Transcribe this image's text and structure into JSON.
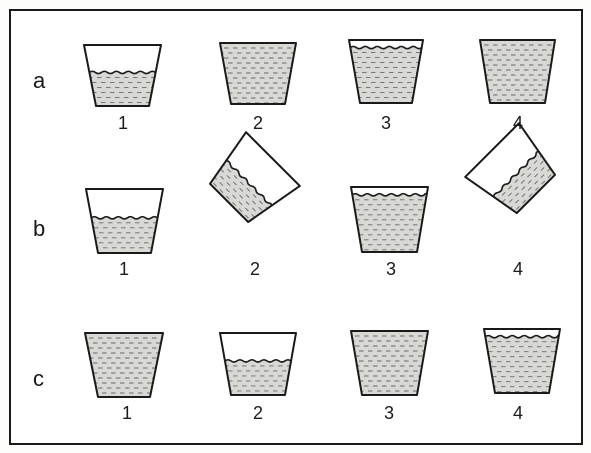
{
  "rows": [
    {
      "label": "a",
      "cups": [
        {
          "number": "1",
          "fill_level": 0.55,
          "tilt_deg": 0
        },
        {
          "number": "2",
          "fill_level": 1.0,
          "tilt_deg": 0
        },
        {
          "number": "3",
          "fill_level": 0.88,
          "tilt_deg": 0
        },
        {
          "number": "4",
          "fill_level": 1.0,
          "tilt_deg": 0
        }
      ]
    },
    {
      "label": "b",
      "cups": [
        {
          "number": "1",
          "fill_level": 0.55,
          "tilt_deg": 0
        },
        {
          "number": "2",
          "fill_level": 0.45,
          "tilt_deg": 45
        },
        {
          "number": "3",
          "fill_level": 0.88,
          "tilt_deg": 0
        },
        {
          "number": "4",
          "fill_level": 0.45,
          "tilt_deg": -45
        }
      ]
    },
    {
      "label": "c",
      "cups": [
        {
          "number": "1",
          "fill_level": 1.0,
          "tilt_deg": 0
        },
        {
          "number": "2",
          "fill_level": 0.55,
          "tilt_deg": 0
        },
        {
          "number": "3",
          "fill_level": 1.0,
          "tilt_deg": 0
        },
        {
          "number": "4",
          "fill_level": 0.88,
          "tilt_deg": 0
        }
      ]
    }
  ],
  "colors": {
    "line": "#1a1a1a",
    "liquid": "#d8d8d4",
    "dash": "#6a6a6a"
  }
}
